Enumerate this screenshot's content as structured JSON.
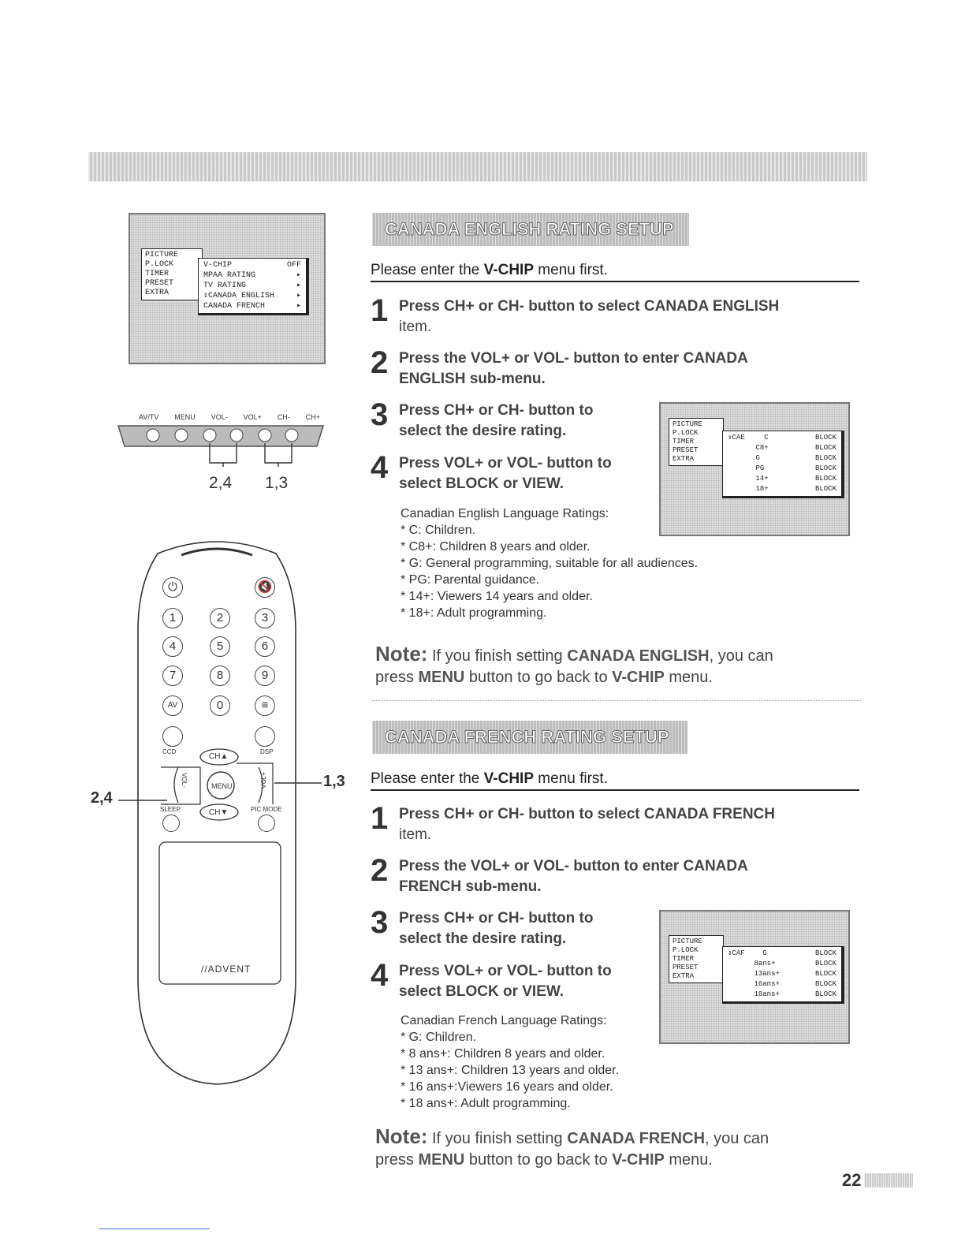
{
  "header_band": "",
  "left": {
    "tv_menu": {
      "main_items": [
        "PICTURE",
        "P.LOCK",
        "TIMER",
        "PRESET",
        "EXTRA"
      ],
      "sub_items": [
        {
          "label": "V-CHIP",
          "value": "OFF"
        },
        {
          "label": "MPAA RATING",
          "value": "▸"
        },
        {
          "label": "TV RATING",
          "value": "▸"
        },
        {
          "label": "⇕CANADA ENGLISH",
          "value": "▸"
        },
        {
          "label": "CANADA FRENCH",
          "value": "▸"
        }
      ]
    },
    "panel_labels": [
      "AV/TV",
      "MENU",
      "VOL-",
      "VOL+",
      "CH-",
      "CH+"
    ],
    "panel_callouts": [
      "2,4",
      "1,3"
    ],
    "remote": {
      "top_icons": [
        "power-icon",
        "mute-icon"
      ],
      "digits": [
        "1",
        "2",
        "3",
        "4",
        "5",
        "6",
        "7",
        "8",
        "9",
        "AV",
        "0",
        "≡"
      ],
      "labels": {
        "ccd": "CCD",
        "dsp": "DSP",
        "sleep": "SLEEP",
        "pic_mode": "PIC MODE",
        "ch_up": "CH▲",
        "ch_down": "CH▼",
        "menu": "MENU",
        "vol_minus": "VOL-",
        "vol_plus": "VOL+"
      },
      "brand": "//ADVENT",
      "callout_left": "2,4",
      "callout_right": "1,3"
    }
  },
  "english": {
    "heading": "CANADA ENGLISH RATING SETUP",
    "intro_pre": "Please enter the ",
    "intro_bold": "V-CHIP",
    "intro_post": " menu first.",
    "steps": [
      {
        "num": "1",
        "text": "Press CH+ or CH- button to select CANADA ENGLISH",
        "cont": "item."
      },
      {
        "num": "2",
        "text": "Press the VOL+ or VOL- button to enter CANADA",
        "cont": "ENGLISH sub-menu."
      },
      {
        "num": "3",
        "text": "Press CH+ or CH- button to",
        "cont": "select the desire rating."
      },
      {
        "num": "4",
        "text": "Press VOL+ or VOL- button to",
        "cont": "select BLOCK or VIEW."
      }
    ],
    "osd": {
      "main_items": [
        "PICTURE",
        "P.LOCK",
        "TIMER",
        "PRESET",
        "EXTRA"
      ],
      "sub_prefix": "⇕CAE",
      "rows": [
        {
          "rating": "C",
          "state": "BLOCK"
        },
        {
          "rating": "C8+",
          "state": "BLOCK"
        },
        {
          "rating": "G",
          "state": "BLOCK"
        },
        {
          "rating": "PG",
          "state": "BLOCK"
        },
        {
          "rating": "14+",
          "state": "BLOCK"
        },
        {
          "rating": "18+",
          "state": "BLOCK"
        }
      ]
    },
    "ratings_title": "Canadian English Language Ratings:",
    "ratings": [
      "* C: Children.",
      "* C8+: Children 8 years and older.",
      "* G: General programming, suitable for all audiences.",
      "* PG: Parental guidance.",
      "* 14+: Viewers 14 years and older.",
      "* 18+: Adult programming."
    ],
    "note_label": "Note:",
    "note_a": " If you finish setting ",
    "note_b": "CANADA ENGLISH",
    "note_c": ", you can",
    "note_d": "press ",
    "note_e": "MENU",
    "note_f": " button to go back to ",
    "note_g": "V-CHIP",
    "note_h": " menu."
  },
  "french": {
    "heading": "CANADA FRENCH RATING SETUP",
    "intro_pre": "Please enter the ",
    "intro_bold": "V-CHIP",
    "intro_post": " menu first.",
    "steps": [
      {
        "num": "1",
        "text": "Press CH+ or CH- button to select CANADA FRENCH",
        "cont": "item."
      },
      {
        "num": "2",
        "text": "Press the VOL+ or VOL- button to enter CANADA",
        "cont": "FRENCH sub-menu."
      },
      {
        "num": "3",
        "text": "Press CH+ or CH- button to",
        "cont": "select the desire rating."
      },
      {
        "num": "4",
        "text": "Press VOL+ or VOL- button to",
        "cont": "select BLOCK or VIEW."
      }
    ],
    "osd": {
      "main_items": [
        "PICTURE",
        "P.LOCK",
        "TIMER",
        "PRESET",
        "EXTRA"
      ],
      "sub_prefix": "⇕CAF",
      "rows": [
        {
          "rating": "G",
          "state": "BLOCK"
        },
        {
          "rating": "8ans+",
          "state": "BLOCK"
        },
        {
          "rating": "13ans+",
          "state": "BLOCK"
        },
        {
          "rating": "16ans+",
          "state": "BLOCK"
        },
        {
          "rating": "18ans+",
          "state": "BLOCK"
        }
      ]
    },
    "ratings_title": "Canadian French Language Ratings:",
    "ratings": [
      "* G: Children.",
      "* 8 ans+: Children 8  years and older.",
      "* 13 ans+: Children 13 years and older.",
      "* 16 ans+:Viewers 16 years and older.",
      "* 18 ans+: Adult programming."
    ],
    "note_label": "Note:",
    "note_a": " If you finish setting ",
    "note_b": "CANADA FRENCH",
    "note_c": ", you can",
    "note_d": "press ",
    "note_e": "MENU",
    "note_f": " button to go back to ",
    "note_g": "V-CHIP",
    "note_h": " menu."
  },
  "page_number": "22"
}
